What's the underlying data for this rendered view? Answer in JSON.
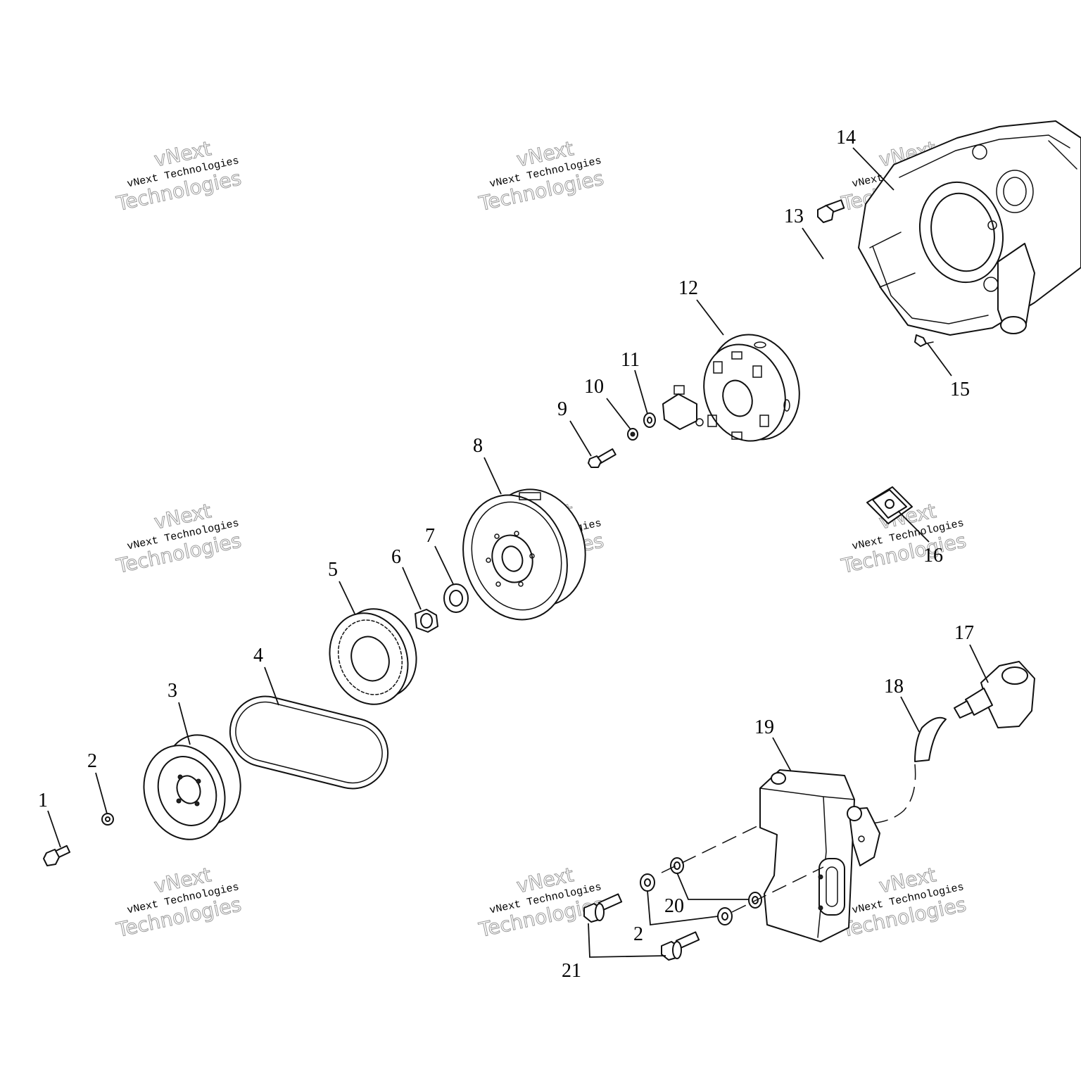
{
  "watermark": {
    "line_small": "vNext Technologies",
    "line_top": "vNext",
    "line_bottom": "Technologies"
  },
  "callouts": [
    {
      "id": "1",
      "label": "1"
    },
    {
      "id": "2a",
      "label": "2"
    },
    {
      "id": "3",
      "label": "3"
    },
    {
      "id": "4",
      "label": "4"
    },
    {
      "id": "5",
      "label": "5"
    },
    {
      "id": "6",
      "label": "6"
    },
    {
      "id": "7",
      "label": "7"
    },
    {
      "id": "8",
      "label": "8"
    },
    {
      "id": "9",
      "label": "9"
    },
    {
      "id": "10",
      "label": "10"
    },
    {
      "id": "11",
      "label": "11"
    },
    {
      "id": "12",
      "label": "12"
    },
    {
      "id": "13",
      "label": "13"
    },
    {
      "id": "14",
      "label": "14"
    },
    {
      "id": "15",
      "label": "15"
    },
    {
      "id": "16",
      "label": "16"
    },
    {
      "id": "17",
      "label": "17"
    },
    {
      "id": "18",
      "label": "18"
    },
    {
      "id": "19",
      "label": "19"
    },
    {
      "id": "20",
      "label": "20"
    },
    {
      "id": "2b",
      "label": "2"
    },
    {
      "id": "21",
      "label": "21"
    }
  ]
}
